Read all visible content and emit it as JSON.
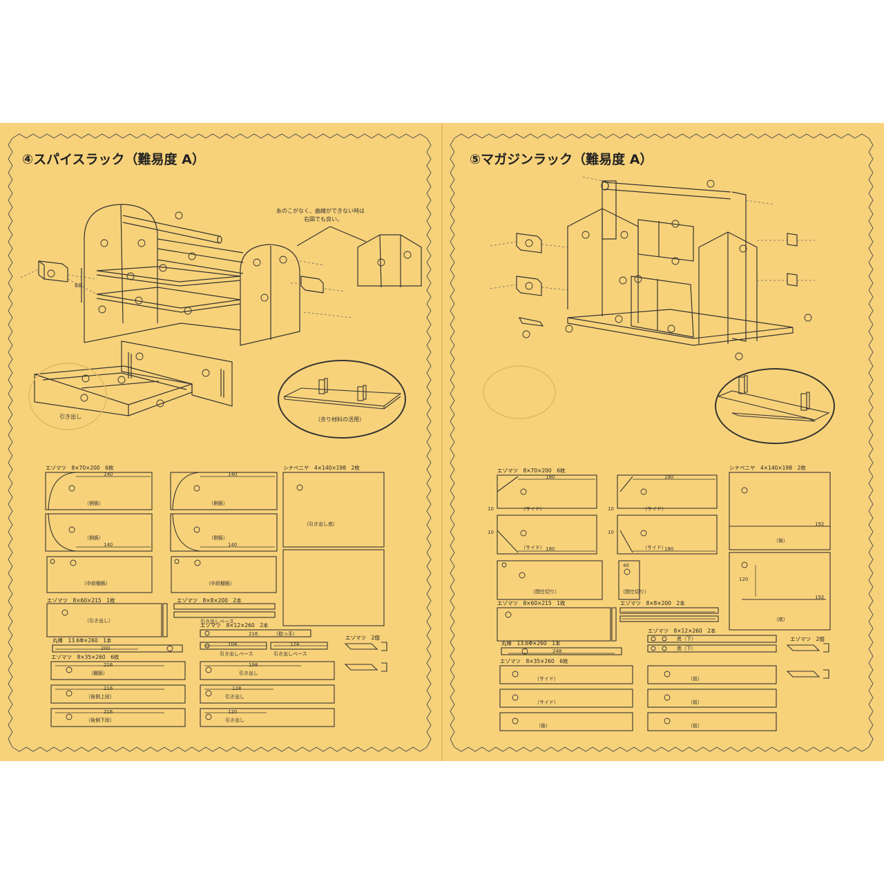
{
  "left": {
    "title": "④スパイスラック（難易度 A）",
    "note_line1": "糸のこがなく、曲線ができない時は",
    "note_line2": "右図でも良い。",
    "dim_60": "60",
    "drawer_label": "引き出し",
    "circle_label": "（余り材料の活用）",
    "material1": "エゾマツ　8×70×200　6枚",
    "material2": "シナベニヤ　4×140×198　2枚",
    "material3": "エゾマツ　8×60×215　1枚",
    "material4": "エゾマツ　8×8×200　2本",
    "material5": "丸棒　13.6Φ×260　1本",
    "material6": "エゾマツ　8×12×260　2本",
    "material7": "エゾマツ　8×35×260　6枚",
    "material8": "エゾマツ　2個",
    "dim140": "140",
    "dim200": "200",
    "dim216": "216",
    "dim198": "198",
    "dim128": "128",
    "dim120": "120",
    "dim104": "104",
    "dim124": "124",
    "side_board": "（側板）",
    "middle_shelf": "（中段棚板）",
    "drawer_front": "（引き出し）",
    "drawer_bottom": "（引き出し底）",
    "drawer_base": "引き出しベース",
    "shelf_board": "（棚板）",
    "back_upper": "（後側上段）",
    "back_lower": "（後側下段）",
    "handle": "（取っ手）",
    "pull": "引き出し"
  },
  "right": {
    "title": "⑤マガジンラック（難易度 A）",
    "material1": "エゾマツ　8×70×200　6枚",
    "material2": "シナベニヤ　4×140×198　2枚",
    "material3": "エゾマツ　8×60×215　1枚",
    "material4": "エゾマツ　8×8×200　2本",
    "material5": "丸棒　13.6Φ×260　1本",
    "material6": "エゾマツ　8×12×260　2本",
    "material7": "エゾマツ　8×35×260　6枚",
    "material8": "エゾマツ　2個",
    "dim180": "180",
    "dim192": "192",
    "dim120": "120",
    "dim40": "40",
    "dim10": "10",
    "dim248": "248",
    "side": "（サイド）",
    "partition": "（間仕切り）",
    "back": "（後）",
    "bottom": "（底）",
    "front": "（前）",
    "bottom_bar": "底（下）"
  }
}
